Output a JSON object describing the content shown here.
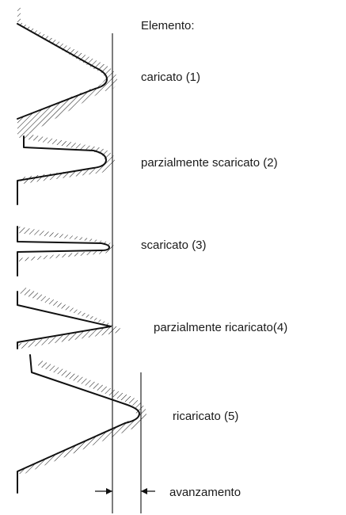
{
  "title": "Elemento:",
  "states": [
    {
      "id": 1,
      "label": "caricato (1)"
    },
    {
      "id": 2,
      "label": "parzialmente scaricato (2)"
    },
    {
      "id": 3,
      "label": "scaricato (3)"
    },
    {
      "id": 4,
      "label": "parzialmente ricaricato(4)"
    },
    {
      "id": 5,
      "label": "ricaricato (5)"
    }
  ],
  "dimension_label": "avanzamento",
  "colors": {
    "ink": "#111111",
    "background": "#ffffff"
  }
}
